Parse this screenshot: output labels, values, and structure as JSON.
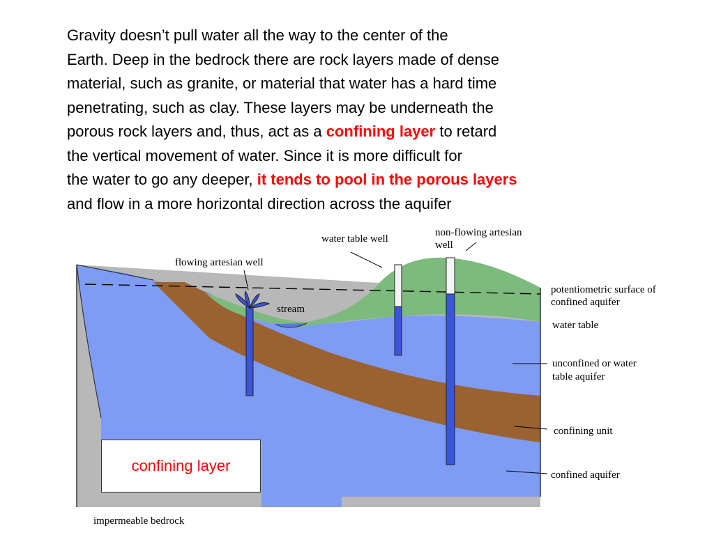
{
  "paragraph": {
    "line1": "Gravity doesn’t pull water all the way to the center of the",
    "line2": "Earth. Deep in the bedrock there are rock layers made of dense",
    "line3": "material, such as granite, or material that water has a hard time",
    "line4": "penetrating, such as clay. These layers may be underneath the",
    "line5_pre": "porous rock layers and, thus, act as a ",
    "line5_em": "confining layer",
    "line5_post": " to retard",
    "line6": "the vertical movement of water. Since it is more difficult for",
    "line7_pre": "the water to go any deeper, ",
    "line7_em": "it tends to pool in the porous layers",
    "line8": "and flow in a more horizontal direction across the aquifer"
  },
  "diagram": {
    "labels": {
      "water_table_well": "water table well",
      "non_flowing_1": "non-flowing artesian",
      "non_flowing_2": "well",
      "flowing_artesian_well": "flowing artesian well",
      "stream": "stream",
      "potentiometric_1": "potentiometric surface of",
      "potentiometric_2": "confined aquifer",
      "water_table": "water table",
      "unconfined_1": "unconfined or water",
      "unconfined_2": "table aquifer",
      "confining_unit": "confining unit",
      "confined_aquifer": "confined aquifer",
      "impermeable_bedrock": "impermeable bedrock"
    },
    "colors": {
      "bedrock": "#b8b8b8",
      "aquifer_blue": "#7f9cf5",
      "confining_brown": "#9a6231",
      "surface_green": "#7dba7d",
      "well_blue": "#3a55d8"
    }
  },
  "callout": {
    "text": "confining layer"
  }
}
